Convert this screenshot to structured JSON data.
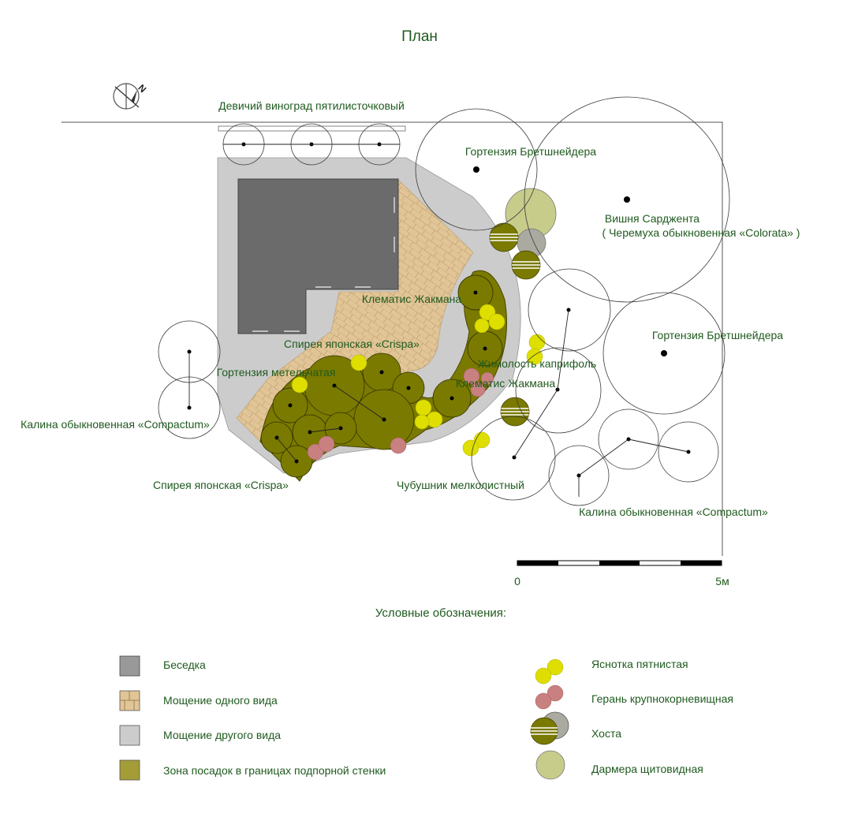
{
  "title": "План",
  "scale": {
    "start_label": "0",
    "end_label": "5м"
  },
  "labels": {
    "virginia_creeper": "Девичий виноград пятилисточковый",
    "hydrangea_top": "Гортензия Бретшнейдера",
    "cherry_line1": "Вишня Сарджента",
    "cherry_line2": "( Черемуха обыкновенная «Colorata» )",
    "hydrangea_right": "Гортензия Бретшнейдера",
    "clematis_top": "Клематис Жакмана",
    "spirea_top": "Спирея японская «Crispa»",
    "hydrangea_paniculata": "Гортензия метельчатая",
    "honeysuckle": "Жимолость каприфоль",
    "clematis_bottom": "Клематис Жакмана",
    "viburnum_left": "Калина обыкновенная «Compactum»",
    "spirea_bottom": "Спирея японская «Crispa»",
    "mock_orange": "Чубушник мелколистный",
    "viburnum_right": "Калина обыкновенная «Compactum»"
  },
  "legend": {
    "title": "Условные обозначения:",
    "items_left": [
      {
        "label": "Беседка",
        "color": "#999999"
      },
      {
        "label": "Мощение одного вида",
        "color": "#e2c596"
      },
      {
        "label": "Мощение другого вида",
        "color": "#cccccc"
      },
      {
        "label": "Зона посадок в границах подпорной стенки",
        "color": "#a39c37"
      }
    ],
    "items_right": [
      {
        "label": "Яснотка пятнистая",
        "color": "#dede00"
      },
      {
        "label": "Герань крупнокорневищная",
        "color": "#c98080"
      },
      {
        "label": "Хоста",
        "color": "#7a7a00"
      },
      {
        "label": "Дармера щитовидная",
        "color": "#c8cc8a"
      }
    ]
  },
  "colors": {
    "gazebo": "#6b6b6b",
    "paving_a": "#e2c596",
    "paving_b": "#cccccc",
    "planting": "#7a7a00",
    "text": "#1f5a1f"
  }
}
